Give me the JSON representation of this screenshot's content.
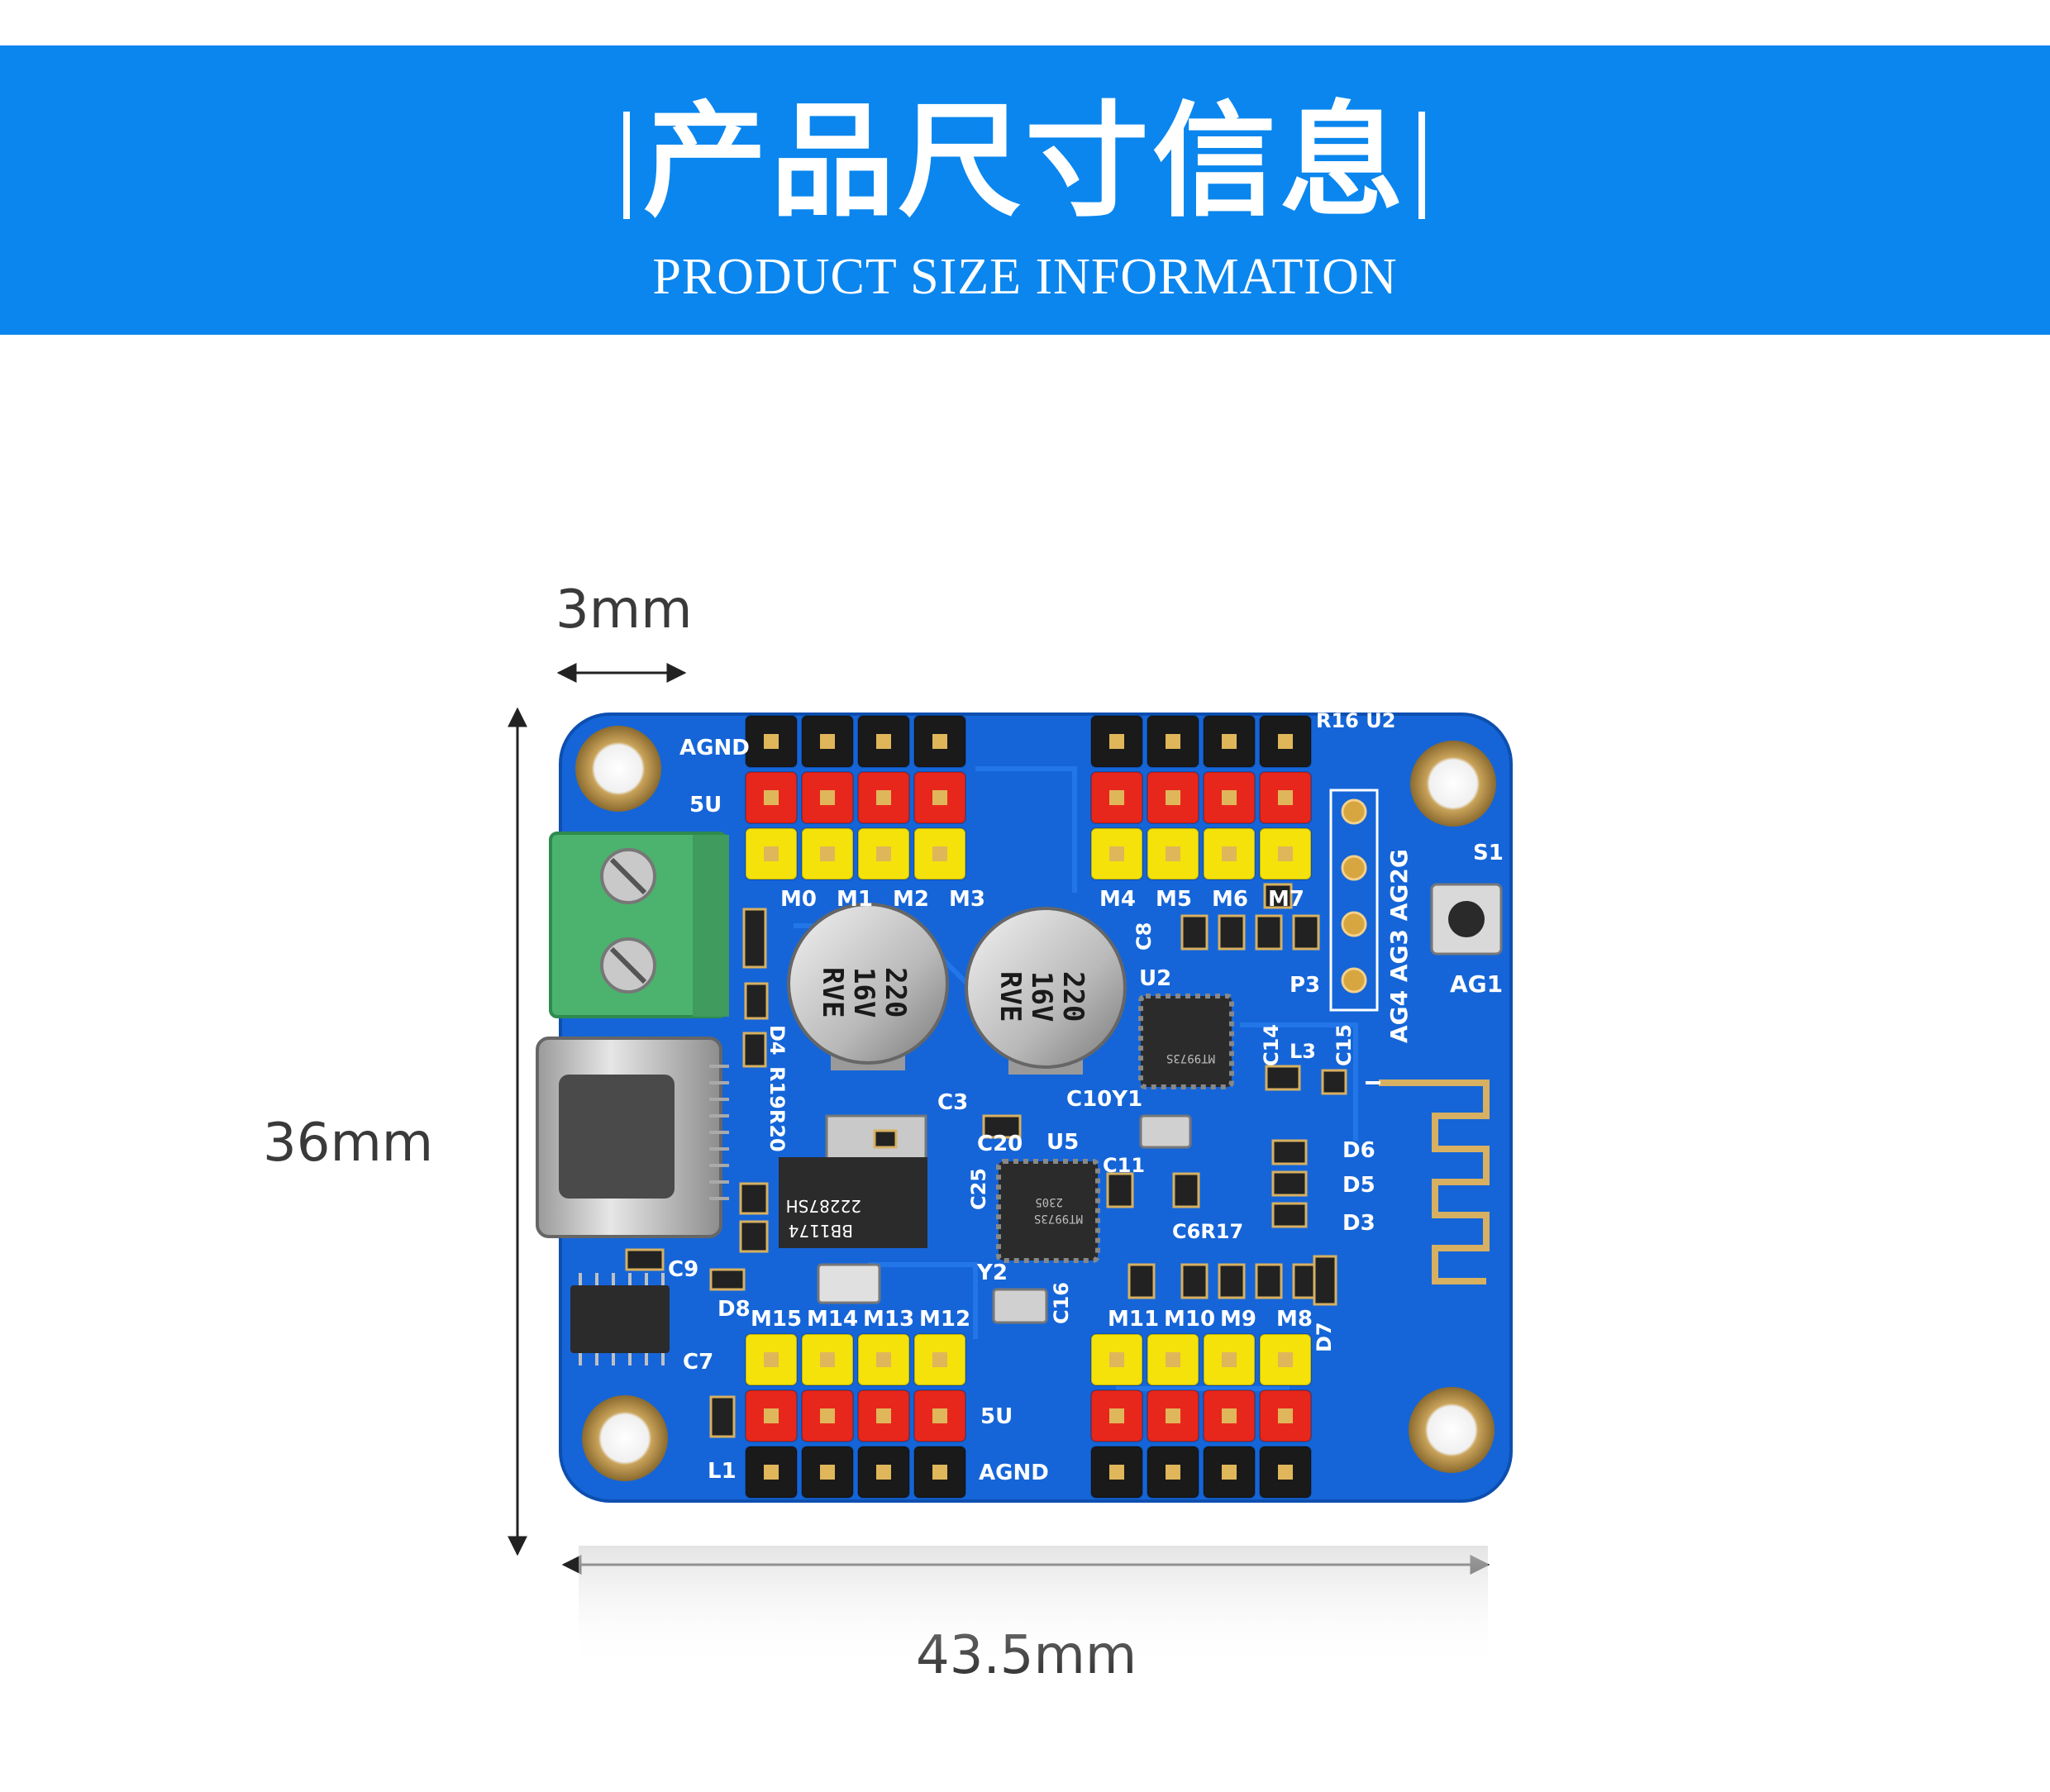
{
  "header": {
    "title_cn": "产品尺寸信息",
    "subtitle_en": "PRODUCT SIZE INFORMATION",
    "band_color": "#0a86ee",
    "divider_glyph": "|"
  },
  "dimensions": {
    "hole_offset": "3mm",
    "height": "36mm",
    "width": "43.5mm"
  },
  "pcb": {
    "color": "#1565d8",
    "silkscreen": {
      "agnd_top": "AGND",
      "v5_top": "5U",
      "top_left_pins": [
        "M0",
        "M1",
        "M2",
        "M3"
      ],
      "top_right_pins": [
        "M4",
        "M5",
        "M6",
        "M7"
      ],
      "bottom_left_pins": [
        "M15",
        "M14",
        "M13",
        "M12"
      ],
      "bottom_right_pins": [
        "M11",
        "M10",
        "M9",
        "M8"
      ],
      "v5_bottom": "5U",
      "agnd_bottom": "AGND",
      "r16u2": "R16 U2",
      "s1": "S1",
      "ag1": "AG1",
      "ag_labels": "AG4 AG3 AG2G",
      "p3": "P3",
      "u2": "U2",
      "c8": "C8",
      "c3": "C3",
      "c10y1": "C10Y1",
      "c20": "C20",
      "u5": "U5",
      "c11": "C11",
      "c9": "C9",
      "d8": "D8",
      "c7": "C7",
      "l1": "L1",
      "y2": "Y2",
      "d4": "D4",
      "r19r20": "R19R20",
      "c14": "C14",
      "l3": "L3",
      "c15": "C15",
      "d6": "D6",
      "d5": "D5",
      "d3": "D3",
      "d7": "D7",
      "c25": "C25",
      "c6r17": "C6R17",
      "c16": "C16"
    },
    "capacitor_text": [
      "220",
      "16V",
      "RVE"
    ],
    "regulator_text": [
      "BB1174",
      "22287SH"
    ],
    "chip_text": [
      "MT9973S",
      "2305"
    ]
  },
  "colors": {
    "header_black": "#1a1a1a",
    "header_red": "#e8271c",
    "header_yellow": "#f4e20a",
    "terminal_green": "#4bb36e"
  }
}
